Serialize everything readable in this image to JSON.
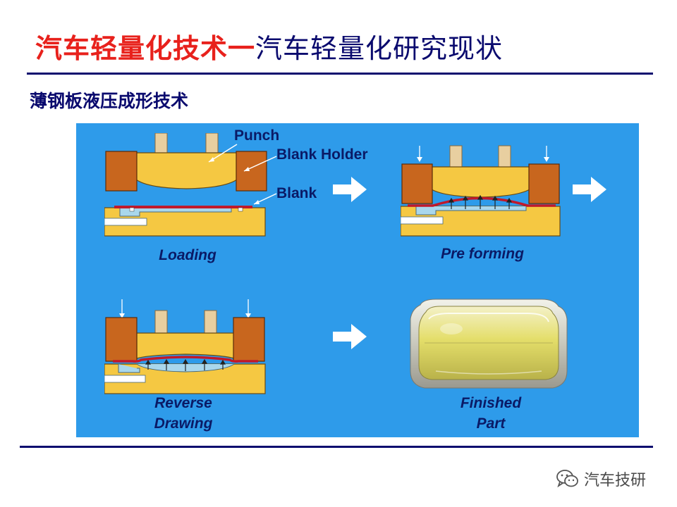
{
  "slide": {
    "title_red": "汽车轻量化技术一",
    "title_blue": "汽车轻量化研究现状",
    "subtitle": "薄钢板液压成形技术"
  },
  "labels": {
    "punch": "Punch",
    "blank_holder": "Blank Holder",
    "blank": "Blank"
  },
  "stages": {
    "loading": "Loading",
    "pre_forming": "Pre forming",
    "reverse_1": "Reverse",
    "reverse_2": "Drawing",
    "finished_1": "Finished",
    "finished_2": "Part"
  },
  "watermark": {
    "text": "汽车技研",
    "icon": "wechat-icon"
  },
  "colors": {
    "title_red": "#e8211c",
    "navy": "#0a0a6e",
    "panel_blue": "#2e9bea",
    "die_yellow": "#f5c842",
    "holder_brown": "#c8661e",
    "blank_red": "#c0192b"
  }
}
